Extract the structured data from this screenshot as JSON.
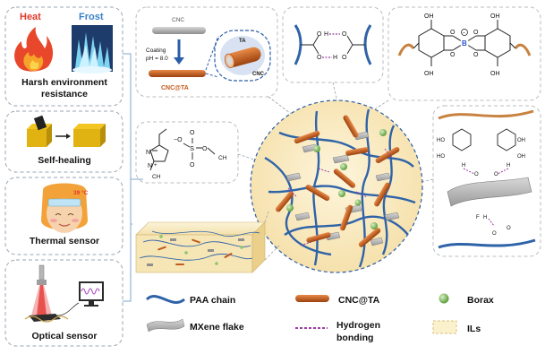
{
  "left_panels": {
    "harsh": {
      "heat": "Heat",
      "frost": "Frost",
      "title_line1": "Harsh environment",
      "title_line2": "resistance"
    },
    "selfheal": {
      "title": "Self-healing"
    },
    "thermal": {
      "title": "Thermal sensor",
      "temp": "39 °C"
    },
    "optical": {
      "title": "Optical sensor"
    }
  },
  "cnc_panel": {
    "cnc": "CNC",
    "coating_line1": "Coating",
    "coating_line2": "pH = 8.0",
    "cnc_ta": "CNC@TA",
    "zoom_ta": "TA",
    "zoom_cnc": "CNC"
  },
  "hbond_panel": {
    "o1": "O",
    "h1": "H",
    "o2": "O",
    "o3": "O",
    "h2": "H",
    "o4": "O"
  },
  "borax_panel": {
    "oh_top_left": "OH",
    "oh_bottom_left": "OH",
    "oh_top_right": "OH",
    "oh_bottom_right": "OH",
    "o1": "O",
    "o2": "O",
    "o3": "O",
    "o4": "O",
    "boron": "B",
    "charge": "−"
  },
  "il_panel": {
    "n1": "N",
    "n2": "N",
    "charge_plus": "+",
    "charge_minus": "−O",
    "s": "S",
    "ch3_left": "CH",
    "ch3_right": "CH",
    "o_top": "O",
    "o_bottom": "O",
    "o_ester": "O",
    "sub3": "3"
  },
  "mxene_panel": {
    "ho1": "HO",
    "ho2": "HO",
    "oh1": "OH",
    "oh2": "OH",
    "h1": "H",
    "h2": "H",
    "o1": "O",
    "o2": "O",
    "f": "F",
    "h3": "H",
    "o3": "O",
    "o4": "O"
  },
  "legend": {
    "paa": "PAA chain",
    "cncta": "CNC@TA",
    "borax": "Borax",
    "mxene": "MXene flake",
    "hbond_line1": "Hydrogen",
    "hbond_line2": "bonding",
    "ils": "ILs"
  },
  "colors": {
    "panel_border": "#b9bcc0",
    "left_border": "#8fb3d6",
    "paa": "#2f63a8",
    "cnc_orange": "#c05a1c",
    "borax_green": "#8cc56b",
    "hbond": "#9b3fa6",
    "il_fill": "#fbf1cc",
    "heat": "#e03a2a",
    "frost": "#3a80c8",
    "borax_panel_chain": "#c8823f",
    "boron": "#2a56c6"
  }
}
